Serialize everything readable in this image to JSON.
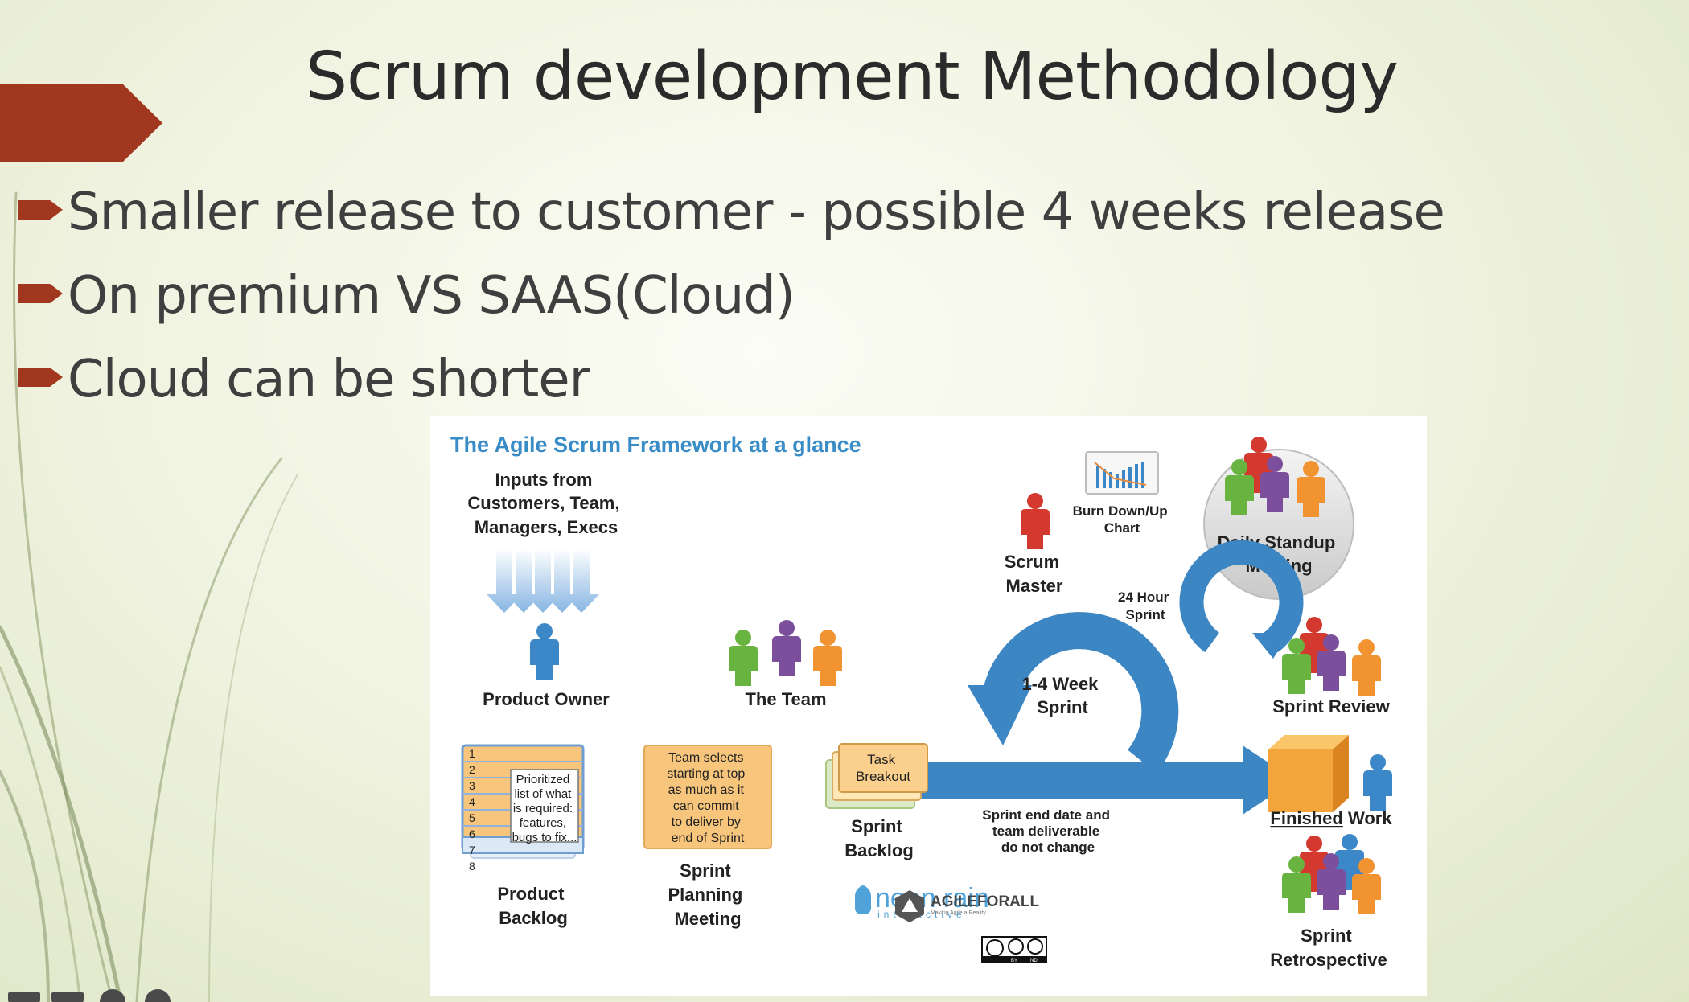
{
  "slide": {
    "title": "Scrum development Methodology",
    "bullets": [
      "Smaller release to customer  - possible 4 weeks release",
      "On premium VS SAAS(Cloud)",
      "Cloud can be shorter"
    ]
  },
  "framework": {
    "heading": "The Agile Scrum Framework at a glance",
    "inputs": [
      "Inputs from",
      "Customers, Team,",
      "Managers, Execs"
    ],
    "product_owner": "Product Owner",
    "the_team": "The Team",
    "scrum_master": [
      "Scrum",
      "Master"
    ],
    "burndown": [
      "Burn Down/Up",
      "Chart"
    ],
    "daily_standup": [
      "Daily Standup",
      "Meeting"
    ],
    "hour_sprint": [
      "24 Hour",
      "Sprint"
    ],
    "week_sprint": [
      "1-4 Week",
      "Sprint"
    ],
    "sprint_review": "Sprint Review",
    "finished_underlined": "Finished",
    "finished_rest": " Work",
    "sprint_retro": [
      "Sprint",
      "Retrospective"
    ],
    "backlog_numbers": [
      "1",
      "2",
      "3",
      "4",
      "5",
      "6",
      "7",
      "8"
    ],
    "backlog_note": [
      "Prioritized",
      "list of what",
      "is required:",
      "features,",
      "bugs to fix..."
    ],
    "product_backlog": [
      "Product",
      "Backlog"
    ],
    "planning_note": [
      "Team selects",
      "starting at top",
      "as much as it",
      "can commit",
      "to deliver by",
      "end of Sprint"
    ],
    "sprint_planning": [
      "Sprint",
      "Planning",
      "Meeting"
    ],
    "task_breakout": [
      "Task",
      "Breakout"
    ],
    "sprint_backlog": [
      "Sprint",
      "Backlog"
    ],
    "sprint_end": [
      "Sprint end date and",
      "team deliverable",
      "do not change"
    ],
    "neon_rain": "neon rain",
    "neon_sub": "interactive",
    "agile_for_all": "AGILEFORALL",
    "agile_tagline": "Making Agile a Reality",
    "cc_labels": [
      "BY",
      "ND"
    ]
  },
  "colors": {
    "title": "#2b2b2b",
    "body_text": "#3f3f3f",
    "accent_red": "#a2371f",
    "framework_heading": "#3a8cc7",
    "sprint_blue": "#3c86c4",
    "backlog_orange": "#f7c57c",
    "person_blue": "#3b87c8",
    "person_green": "#69b441",
    "person_purple": "#7b4f9c",
    "person_orange": "#f29331",
    "person_red": "#d3392e"
  },
  "icons": {
    "bullet": "red-arrow-bullet-icon",
    "banner": "red-pentagon-banner",
    "inputs": "downward-arrows-icon",
    "person": "person-icon",
    "burndown": "bar-chart-icon",
    "box": "orange-cube-icon"
  }
}
